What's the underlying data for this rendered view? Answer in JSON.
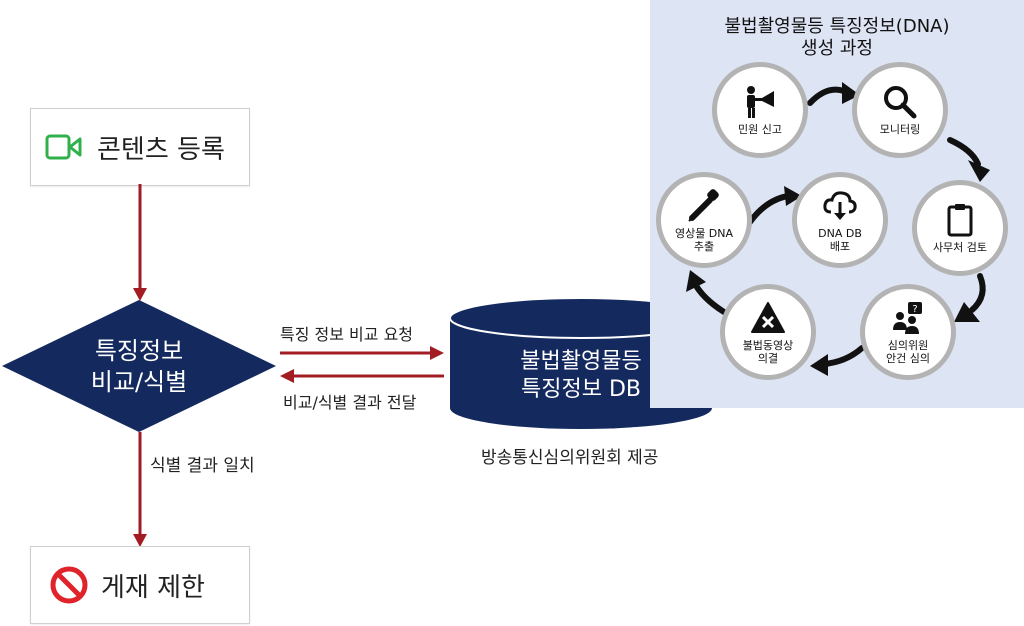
{
  "flow": {
    "register": "콘텐츠 등록",
    "compare_line1": "특징정보",
    "compare_line2": "비교/식별",
    "request": "특징 정보 비교 요청",
    "deliver": "비교/식별 결과 전달",
    "match": "식별 결과 일치",
    "restrict": "게재 제한",
    "db_line1": "불법촬영물등",
    "db_line2": "특징정보 DB",
    "provider": "방송통신심의위원회 제공"
  },
  "process": {
    "title_line1": "불법촬영물등 특징정보(DNA)",
    "title_line2": "생성 과정",
    "steps": [
      {
        "label": "민원 신고",
        "icon": "megaphone-person-icon"
      },
      {
        "label": "모니터링",
        "icon": "magnifier-icon"
      },
      {
        "label": "사무처 검토",
        "icon": "clipboard-icon"
      },
      {
        "label": "심의위원\n안건 심의",
        "icon": "people-question-icon"
      },
      {
        "label": "불법동영상\n의결",
        "icon": "warning-x-icon"
      },
      {
        "label": "영상물 DNA\n추출",
        "icon": "pipette-icon"
      },
      {
        "label": "DNA DB\n배포",
        "icon": "cloud-download-icon"
      }
    ]
  },
  "colors": {
    "navy": "#14295e",
    "arrow_red": "#a31c24",
    "panel_bg": "#dde4f3",
    "camera_green": "#2fb04a",
    "stop_red": "#e0232a"
  }
}
